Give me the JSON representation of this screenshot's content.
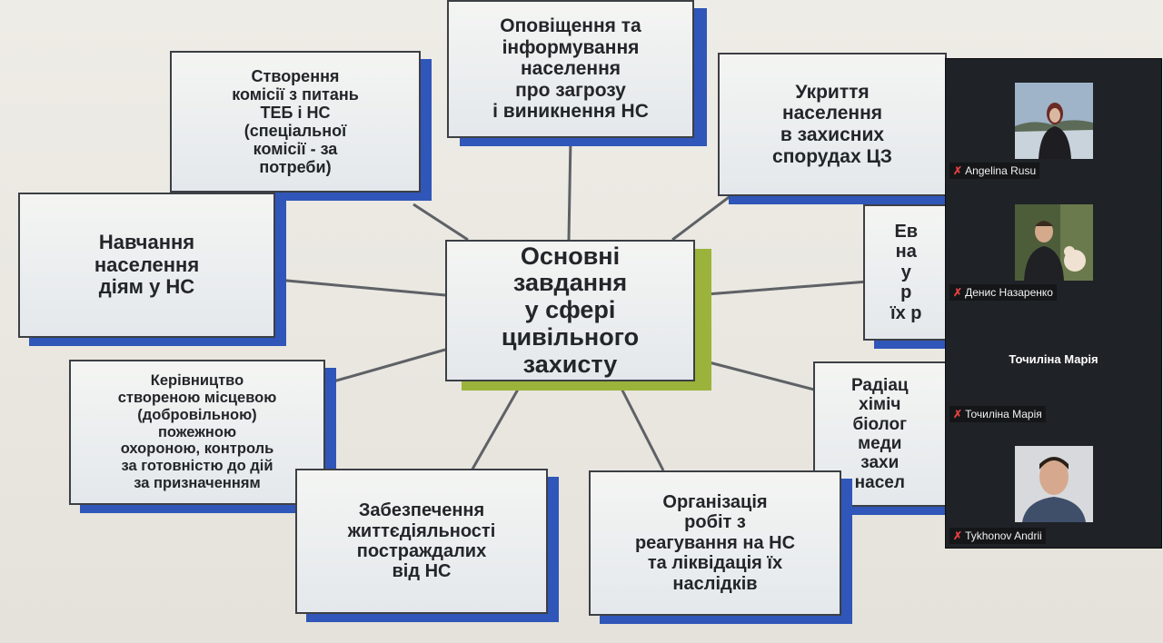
{
  "slide": {
    "center_title": "Основні\nзавдання\nу сфері\nцивільного\nзахисту",
    "boxes": {
      "notification": "Оповіщення та\nінформування\nнаселення\nпро загрозу\nі виникнення НС",
      "commission": "Створення\nкомісії з питань\nТЕБ і НС\n(спеціальної\nкомісії - за\nпотреби)",
      "shelter": "Укриття\nнаселення\nв захисних\nспорудах ЦЗ",
      "training": "Навчання\nнаселення\nдіям у НС",
      "evacuation": "Ев\nна\nу\nр\nїх р",
      "fire_guard": "Керівництво\nствореною місцевою\n(добровільною)\nпожежною\nохороною, контроль\nза готовністю до дій\nза призначенням",
      "radiation": "Радіац\nхіміч\nбіолог\nмеди\nзахи\nнасел",
      "life_support": "Забезпечення\nжиттєдіяльності\nпостраждалих\nвід НС",
      "response": "Організація\nробіт з\nреагування на НС\nта ліквідація їх\nнаслідків"
    }
  },
  "participants": [
    {
      "name": "Angelina Rusu",
      "muted": true,
      "video": true
    },
    {
      "name": "Денис Назаренко",
      "muted": true,
      "video": true
    },
    {
      "name": "Точиліна Марія",
      "muted": true,
      "video": false,
      "center_label": "Точиліна Марія"
    },
    {
      "name": "Tykhonov Andrii",
      "muted": true,
      "video": true
    }
  ],
  "icons": {
    "mic_off": "mic-off-icon"
  },
  "colors": {
    "box_shadow_blue": "#2f56b8",
    "center_shadow_green": "#9cb33b",
    "panel_bg": "#1f2226",
    "mic_red": "#e34040"
  }
}
